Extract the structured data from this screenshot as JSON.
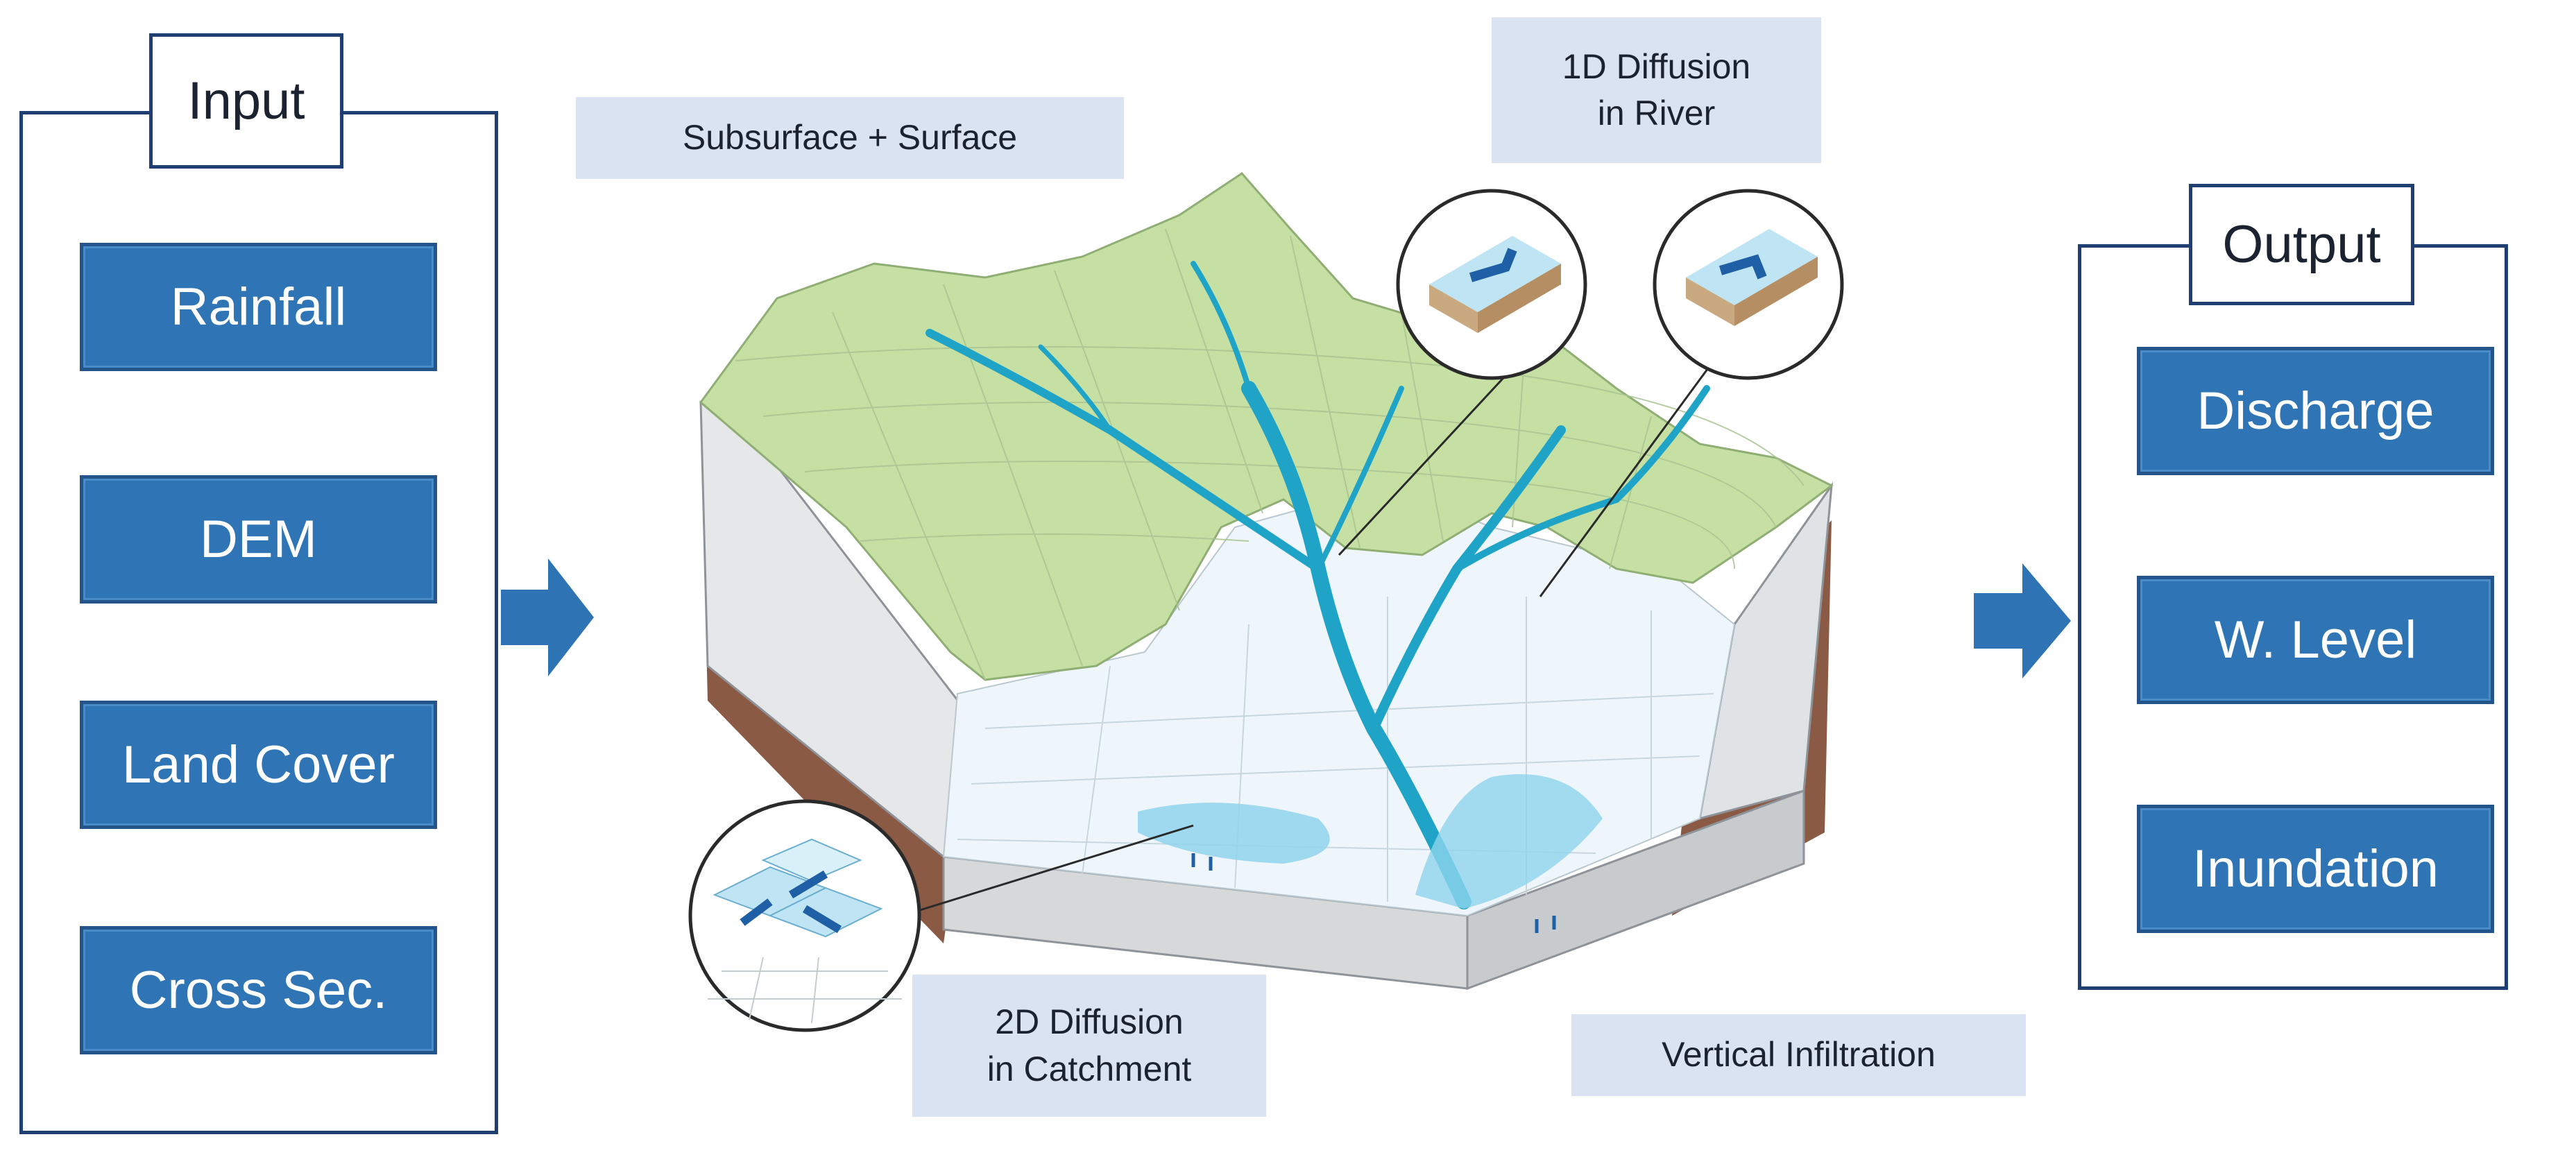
{
  "input": {
    "title": "Input",
    "items": [
      "Rainfall",
      "DEM",
      "Land Cover",
      "Cross Sec."
    ]
  },
  "output": {
    "title": "Output",
    "items": [
      "Discharge",
      "W. Level",
      "Inundation"
    ]
  },
  "callouts": {
    "subsurface_surface": "Subsurface + Surface",
    "diffusion_1d": [
      "1D Diffusion",
      "in River"
    ],
    "diffusion_2d": [
      "2D Diffusion",
      "in Catchment"
    ],
    "vertical_infiltration": "Vertical Infiltration"
  },
  "colors": {
    "frame": "#1f3f73",
    "item_fill": "#2f75b5",
    "callout_fill": "#dae3f1",
    "arrow": "#2e74b5",
    "terrain_green": "#c6e0a4",
    "floodplain": "#eef6fb",
    "river": "#1fa4c8",
    "soil": "#8a5a44"
  },
  "icons": [
    "right-arrow-icon",
    "1d-diffusion-magnifier-icon",
    "2d-diffusion-magnifier-icon"
  ]
}
